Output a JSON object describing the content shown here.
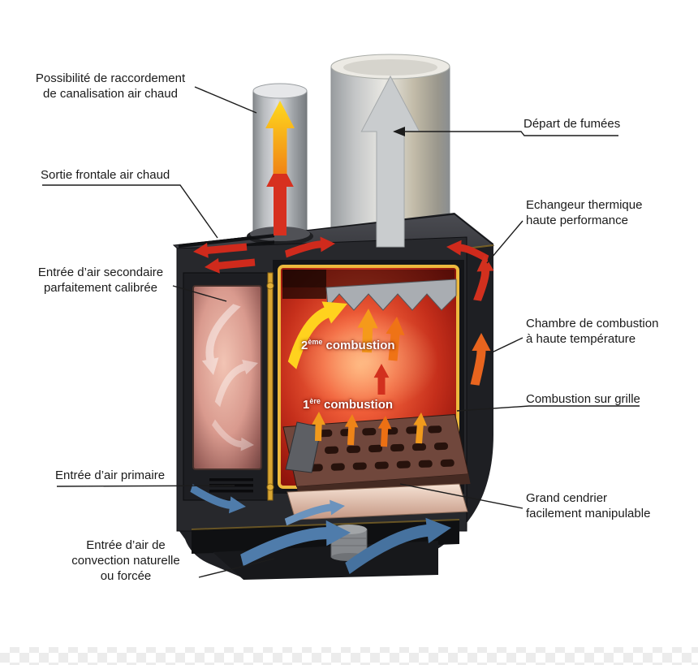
{
  "callouts": {
    "raccordement": {
      "text": "Possibilité de raccordement\nde canalisation air chaud"
    },
    "sortie": {
      "text": "Sortie frontale air chaud"
    },
    "secondaire": {
      "text": "Entrée d’air secondaire\nparfaitement calibrée"
    },
    "primaire": {
      "text": "Entrée d’air primaire"
    },
    "convection": {
      "text": "Entrée d’air de\nconvection naturelle\nou forcée"
    },
    "fumees": {
      "text": "Départ de fumées"
    },
    "echangeur": {
      "text": "Echangeur thermique\nhaute performance"
    },
    "chambre": {
      "text": "Chambre de combustion\nà haute température"
    },
    "grille": {
      "text": "Combustion sur grille"
    },
    "cendrier": {
      "text": "Grand cendrier\nfacilement manipulable"
    }
  },
  "diagram": {
    "combustion2": {
      "num": "2",
      "sup": "ème",
      "word": "combustion"
    },
    "combustion1": {
      "num": "1",
      "sup": "ère",
      "word": "combustion"
    }
  },
  "palette": {
    "label_text": "#1a1a1a",
    "flame_red": "#d7301f",
    "flame_orange": "#f59a1a",
    "flame_yellow": "#ffd200",
    "smoke_gray": "#c9ccce",
    "air_blue": "#4f7cab",
    "lining_gold": "#ecb93e",
    "chamber_red": "#b22014",
    "body_dark": "#27282c"
  }
}
